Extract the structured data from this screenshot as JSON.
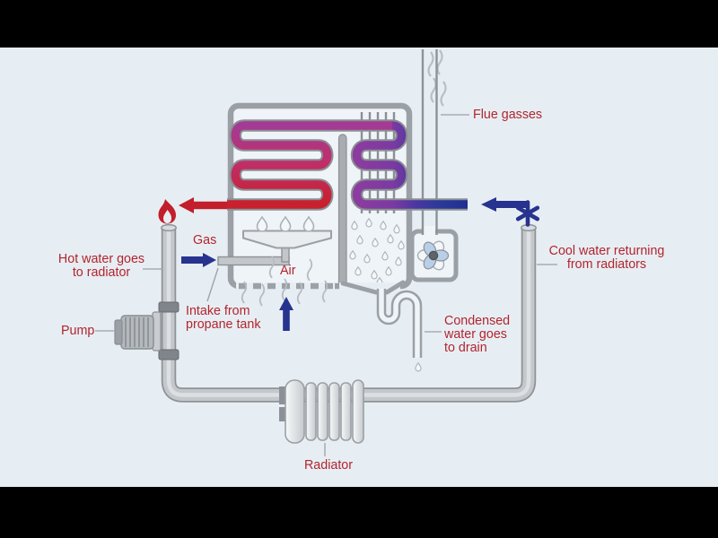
{
  "colors": {
    "letterbox": "#000000",
    "panel_background": "#e7eef3",
    "boiler_interior": "#eff4f8",
    "wall_gray": "#9aa0a5",
    "pipe_gray": "#c4c8cb",
    "label_red": "#b3242e",
    "arrow_blue": "#27338f",
    "flame_red": "#c21e2b",
    "hot_pipe_red": "#c8202c",
    "coil_magenta": "#bf2f6c",
    "coil_purple": "#8d3c9f",
    "cool_pipe_blue": "#202f90",
    "fan_blade_blue": "#b9cfe8"
  },
  "icons": {
    "hot": "flame-icon",
    "cold": "asterisk-icon",
    "fan": "fan-icon",
    "condensate": "droplet-icon",
    "flue_smoke": "smoke-wisp-icon"
  },
  "labels": {
    "flue_gasses": "Flue gasses",
    "hot_water_line1": "Hot water goes",
    "hot_water_line2": "to radiator",
    "gas": "Gas",
    "intake_line1": "Intake from",
    "intake_line2": "propane tank",
    "air": "Air",
    "pump": "Pump",
    "condensed_line1": "Condensed",
    "condensed_line2": "water goes",
    "condensed_line3": "to drain",
    "cool_water_line1": "Cool water returning",
    "cool_water_line2": "from radiators",
    "radiator": "Radiator"
  }
}
